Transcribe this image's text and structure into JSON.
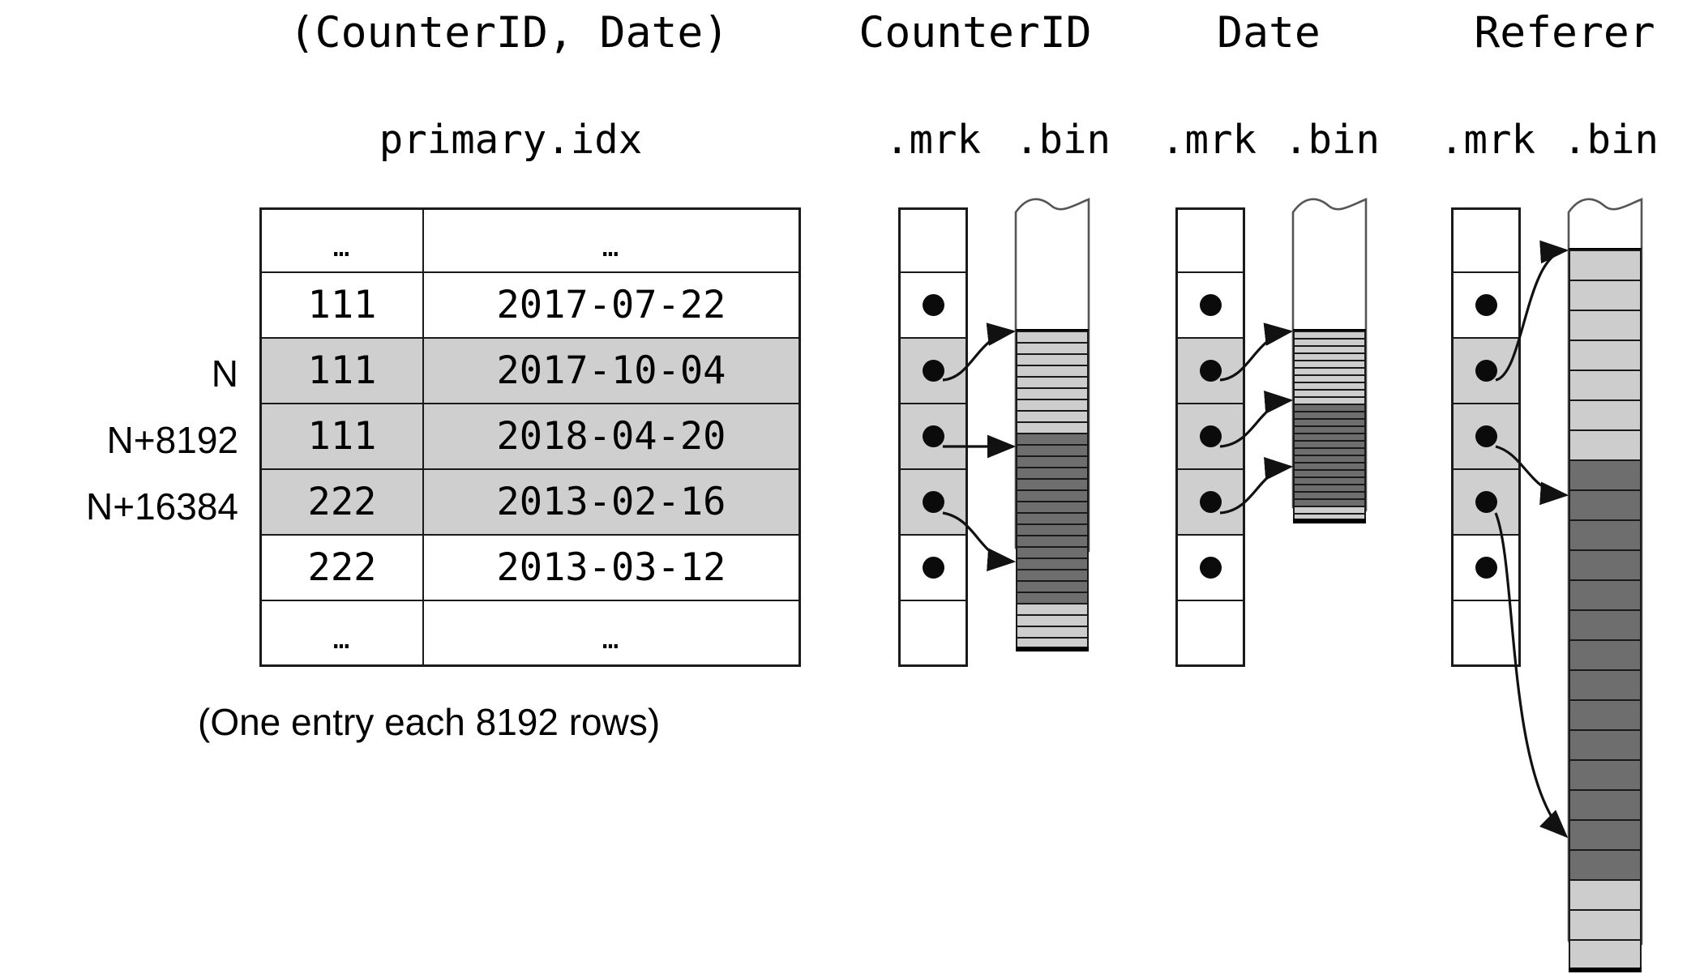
{
  "headers": {
    "primary_key": "(CounterID, Date)",
    "columns": [
      "CounterID",
      "Date",
      "Referer"
    ],
    "primary_file": "primary.idx",
    "mark_file": ".mrk",
    "bin_file": ".bin"
  },
  "row_labels": [
    "N",
    "N+8192",
    "N+16384"
  ],
  "caption": "(One entry each 8192 rows)",
  "index_table": {
    "rows": [
      {
        "counter_id": "…",
        "date": "…",
        "highlighted": false,
        "ellipsis": true
      },
      {
        "counter_id": "111",
        "date": "2017-07-22",
        "highlighted": false,
        "ellipsis": false
      },
      {
        "counter_id": "111",
        "date": "2017-10-04",
        "highlighted": true,
        "ellipsis": false
      },
      {
        "counter_id": "111",
        "date": "2018-04-20",
        "highlighted": true,
        "ellipsis": false
      },
      {
        "counter_id": "222",
        "date": "2013-02-16",
        "highlighted": true,
        "ellipsis": false
      },
      {
        "counter_id": "222",
        "date": "2013-03-12",
        "highlighted": false,
        "ellipsis": false
      },
      {
        "counter_id": "…",
        "date": "…",
        "highlighted": false,
        "ellipsis": true
      }
    ]
  },
  "mark_columns": [
    {
      "name": "CounterID",
      "cells": [
        {
          "dot": false,
          "highlighted": false
        },
        {
          "dot": true,
          "highlighted": false
        },
        {
          "dot": true,
          "highlighted": true
        },
        {
          "dot": true,
          "highlighted": true
        },
        {
          "dot": true,
          "highlighted": true
        },
        {
          "dot": true,
          "highlighted": false
        },
        {
          "dot": false,
          "highlighted": false
        }
      ]
    },
    {
      "name": "Date",
      "cells": [
        {
          "dot": false,
          "highlighted": false
        },
        {
          "dot": true,
          "highlighted": false
        },
        {
          "dot": true,
          "highlighted": true
        },
        {
          "dot": true,
          "highlighted": true
        },
        {
          "dot": true,
          "highlighted": true
        },
        {
          "dot": true,
          "highlighted": false
        },
        {
          "dot": false,
          "highlighted": false
        }
      ]
    },
    {
      "name": "Referer",
      "cells": [
        {
          "dot": false,
          "highlighted": false
        },
        {
          "dot": true,
          "highlighted": false
        },
        {
          "dot": true,
          "highlighted": true
        },
        {
          "dot": true,
          "highlighted": true
        },
        {
          "dot": true,
          "highlighted": true
        },
        {
          "dot": true,
          "highlighted": false
        },
        {
          "dot": false,
          "highlighted": false
        }
      ]
    }
  ],
  "bin_columns": [
    {
      "name": "CounterID",
      "stripe_height": 14,
      "light_count": 9,
      "dark_count": 15,
      "light_tail_count": 4
    },
    {
      "name": "Date",
      "stripe_height": 9,
      "light_count": 10,
      "dark_count": 14,
      "light_tail_count": 2
    },
    {
      "name": "Referer",
      "stripe_height": 37,
      "light_count": 7,
      "dark_count": 14,
      "light_tail_count": 3
    }
  ],
  "colors": {
    "stroke": "#1a1a1a",
    "highlight": "#cfcfcf",
    "stripe_light": "#cdcdcd",
    "stripe_dark": "#6e6e6e",
    "background": "#ffffff",
    "dot": "#0b0b0b"
  }
}
